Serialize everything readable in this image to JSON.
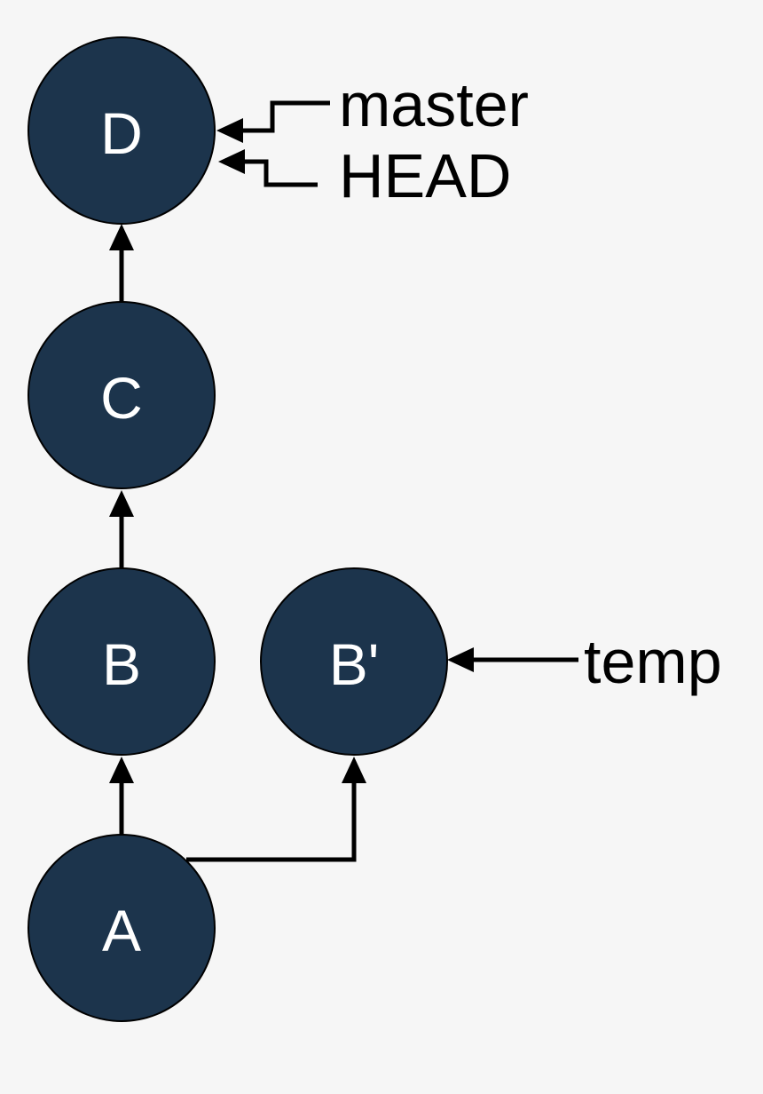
{
  "diagram": {
    "nodes": {
      "d": {
        "label": "D"
      },
      "c": {
        "label": "C"
      },
      "b": {
        "label": "B"
      },
      "b_prime": {
        "label": "B'"
      },
      "a": {
        "label": "A"
      }
    },
    "refs": {
      "master": {
        "label": "master",
        "target": "D"
      },
      "head": {
        "label": "HEAD",
        "target": "D"
      },
      "temp": {
        "label": "temp",
        "target": "B'"
      }
    },
    "edges": [
      {
        "from": "A",
        "to": "B"
      },
      {
        "from": "B",
        "to": "C"
      },
      {
        "from": "C",
        "to": "D"
      },
      {
        "from": "A",
        "to": "B'"
      }
    ],
    "colors": {
      "node_fill": "#1c344c",
      "node_text": "#ffffff",
      "line": "#000000",
      "background": "#f6f6f6"
    }
  }
}
